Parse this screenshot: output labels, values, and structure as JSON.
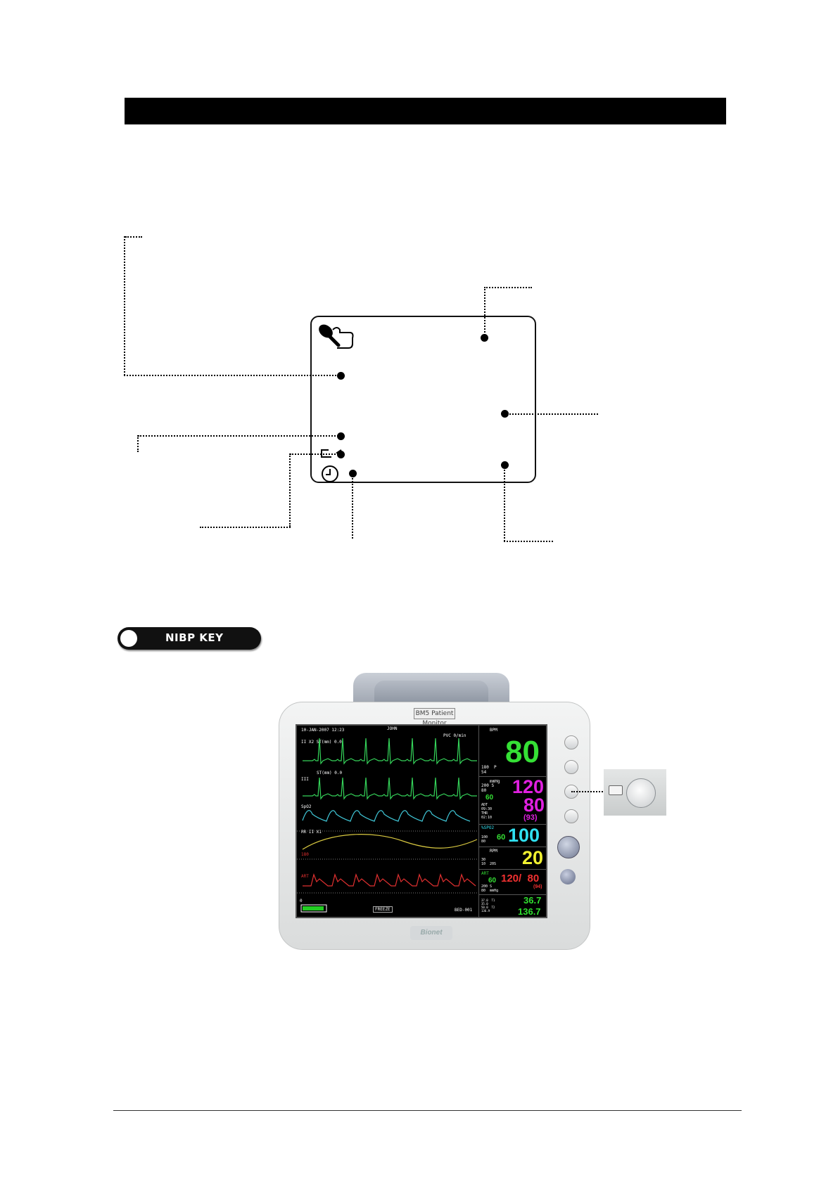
{
  "section_heading": "",
  "nibp_key": {
    "label": "NIBP KEY"
  },
  "monitor": {
    "brand_plate": "BM5 Patient Monitor",
    "bottom_logo": "Bionet",
    "screen": {
      "date_time": "10-JAN-2007 12:23",
      "patient_name": "JOHN",
      "pvc": "PVC 0/min",
      "lead1_label": "II  X2  ST(mm) 0.0",
      "lead2_label": "ST(mm) 0.0",
      "lead3_label": "III",
      "spo2_wave_label": "SpO2",
      "resp_wave_label": "RR II X1",
      "ibp_scale": "180",
      "art_wave_label": "ART",
      "zero_mark": "0",
      "freeze_label": "FREEZE",
      "bed_label": "BED-001",
      "hr_unit": "BPM",
      "hr_value": "80",
      "hr_limits": "180  P\n54",
      "nibp_unit": "mmHg",
      "nibp_sys": "120",
      "nibp_dia": "80",
      "nibp_map": "(93)",
      "nibp_pr": "60",
      "nibp_limits": "200 S\n80",
      "nibp_mode": "ADT\n09:30\nTHR\n02:10",
      "spo2_label": "%SPO2",
      "spo2_pr": "60",
      "spo2_value": "100",
      "spo2_limits": "100\n80",
      "resp_unit": "RPM",
      "resp_value": "20",
      "resp_limits": "30\n10  20S",
      "art_label": "ART",
      "art_pr": "60",
      "art_values": "120/  80",
      "art_map": "(94)",
      "art_limits": "200 S\n80  mmHg",
      "temp_t1": "36.7",
      "temp_t2": "136.7",
      "temp_limits": "37.0  T1\n35.0\n50.0  T2\n136.9"
    }
  },
  "colors": {
    "ecg": "#35d45a",
    "spo2_wave": "#40c8d8",
    "resp_wave": "#d8c840",
    "art_wave": "#e03030",
    "hr": "#35e035",
    "nibp": "#e020e0",
    "spo2": "#30e0f0",
    "resp": "#f0f030",
    "art": "#f03030",
    "temp": "#30e030"
  },
  "icons": [
    "cuff-icon",
    "repeat-icon",
    "clock-icon",
    "nibp-key-icon"
  ]
}
